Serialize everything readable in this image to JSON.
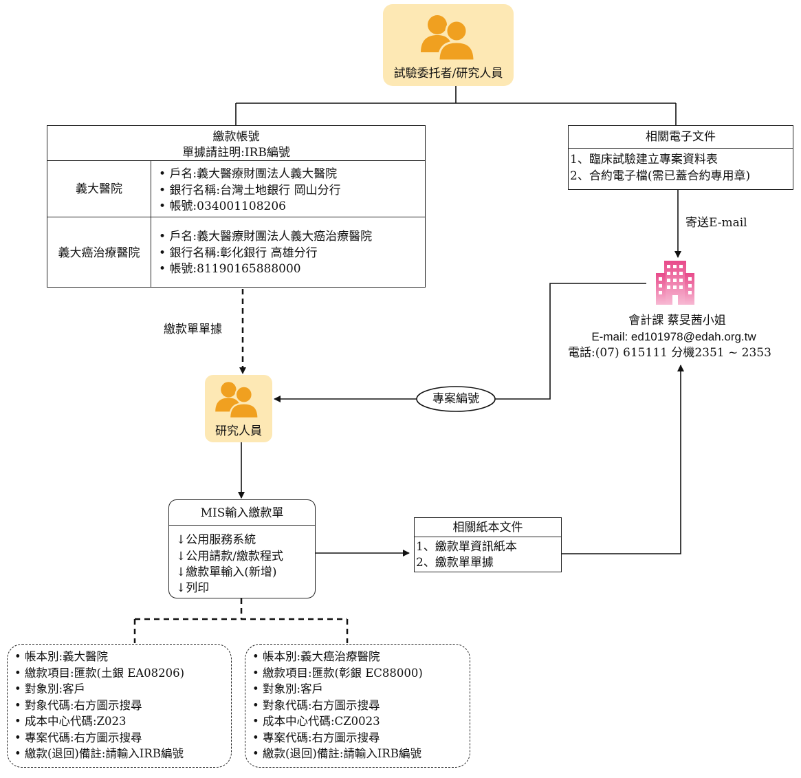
{
  "top_actor": {
    "label": "試驗委托者/研究人員",
    "icon": "people-icon",
    "card_color": "#fde8b4",
    "icon_color": "#f0a020"
  },
  "payment_account": {
    "title": "繳款帳號",
    "subtitle": "單據請註明:IRB編號",
    "hospitals": [
      {
        "name": "義大醫院",
        "lines": [
          "戶名:義大醫療財團法人義大醫院",
          "銀行名稱:台灣土地銀行 岡山分行",
          "帳號:034001108206"
        ]
      },
      {
        "name": "義大癌治療醫院",
        "lines": [
          "戶名:義大醫療財團法人義大癌治療醫院",
          "銀行名稱:彰化銀行 高雄分行",
          "帳號:81190165888000"
        ]
      }
    ]
  },
  "e_documents": {
    "title": "相關電子文件",
    "lines": [
      "1、臨床試驗建立專案資料表",
      "2、合約電子檔(需已蓋合約專用章)"
    ]
  },
  "send_email_label": "寄送E-mail",
  "accounting": {
    "icon": "building-icon",
    "icon_color": "#e84a8a",
    "name": "會計課 蔡旻茜小姐",
    "email": "E-mail: ed101978@edah.org.tw",
    "phone": "電話:(07) 615111 分機2351 ~ 2353"
  },
  "receipt_label": "繳款單單據",
  "project_number_label": "專案編號",
  "researcher": {
    "label": "研究人員",
    "icon": "people-icon"
  },
  "mis": {
    "title": "MIS輸入繳款單",
    "steps": [
      "↓公用服務系統",
      "↓公用請款/繳款程式",
      "↓繳款單輸入(新增)",
      "↓列印"
    ]
  },
  "paper_documents": {
    "title": "相關紙本文件",
    "lines": [
      "1、繳款單資訊紙本",
      "2、繳款單單據"
    ]
  },
  "forms": [
    {
      "lines": [
        "帳本別:義大醫院",
        "繳款項目:匯款(土銀 EA08206)",
        "對象別:客戶",
        "對象代碼:右方圖示搜尋",
        "成本中心代碼:Z023",
        "專案代碼:右方圖示搜尋",
        "繳款(退回)備註:請輸入IRB編號"
      ]
    },
    {
      "lines": [
        "帳本別:義大癌治療醫院",
        "繳款項目:匯款(彰銀 EC88000)",
        "對象別:客戶",
        "對象代碼:右方圖示搜尋",
        "成本中心代碼:CZ0023",
        "專案代碼:右方圖示搜尋",
        "繳款(退回)備註:請輸入IRB編號"
      ]
    }
  ]
}
